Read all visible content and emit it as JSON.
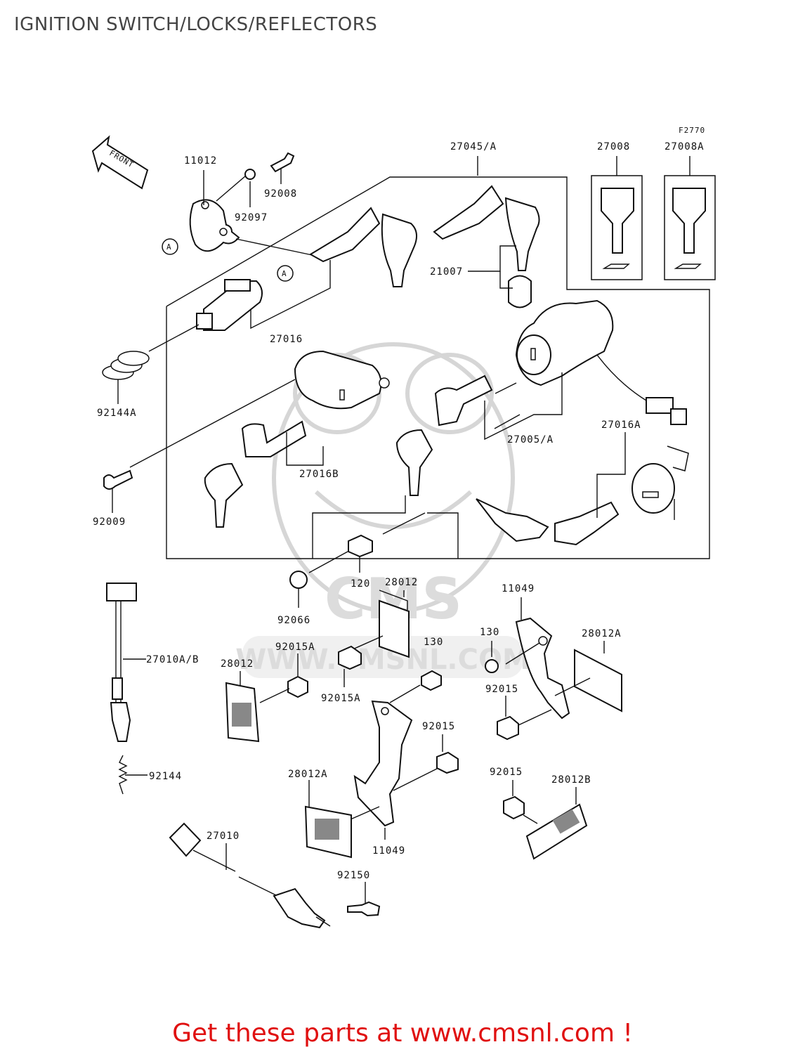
{
  "title": "IGNITION SWITCH/LOCKS/REFLECTORS",
  "figure_code": "F2770",
  "front_label": "FRONT",
  "callout_marker": "A",
  "watermark": {
    "logo": "CMS",
    "site": "WWW.CMSNL.COM"
  },
  "part_labels": {
    "p11012": "11012",
    "p92008": "92008",
    "p92097": "92097",
    "p27045": "27045/A",
    "p27008": "27008",
    "p27008A": "27008A",
    "p21007": "21007",
    "p27016": "27016",
    "p92144A": "92144A",
    "p27016B": "27016B",
    "p27005": "27005/A",
    "p27016A": "27016A",
    "p92009": "92009",
    "p120": "120",
    "p28012_top": "28012",
    "p11049_top": "11049",
    "p92066": "92066",
    "p130_left": "130",
    "p130_right": "130",
    "p28012A_right": "28012A",
    "p27010AB": "27010A/B",
    "p92015A_top": "92015A",
    "p28012_left": "28012",
    "p92015A_bottom": "92015A",
    "p92015_right": "92015",
    "p92015_mid": "92015",
    "p92144": "92144",
    "p28012A_bottom": "28012A",
    "p92015_low": "92015",
    "p28012B": "28012B",
    "p27010": "27010",
    "p11049_bottom": "11049",
    "p92150": "92150"
  },
  "footer": "Get these parts at www.cmsnl.com !"
}
